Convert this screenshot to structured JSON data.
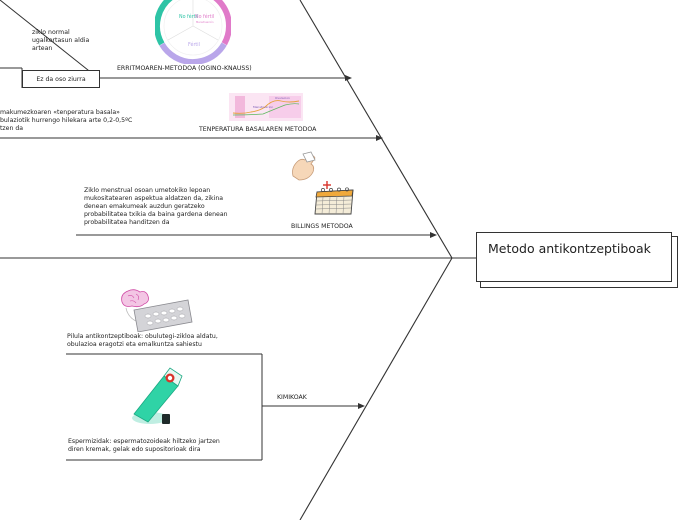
{
  "main": {
    "title": "Metodo antikontzeptiboak"
  },
  "branches": [
    {
      "label": "ERRITMOAREN-METODOA (OGINO-KNAUSS)"
    },
    {
      "label": "TENPERATURA BASALAREN METODOA"
    },
    {
      "label": "BILLINGS METODOA"
    },
    {
      "label": "KIMIKOAK"
    }
  ],
  "notes": {
    "ziklo": [
      "ziklo normal",
      "ugalkortasun aldia",
      "artean"
    ],
    "ez_da_oso_ziurra": "Ez da oso ziurra",
    "tenperatura": [
      "makumezkoaren «tenperatura basala»",
      "bulaziotik hurrengo  hilekara arte 0,2-0,5ºC",
      "tzen da"
    ],
    "billings": [
      "Ziklo menstrual osoan umetokiko lepoan",
      "mukositatearen aspektua aldatzen da, zikina",
      "denean emakumeak auzdun geratzeko",
      "probabilitatea txikia da baina gardena denean",
      "probabilitatea handitzen da"
    ],
    "pilula": [
      "Pilula antikontzeptiboak: obulutegi-zikloa aldatu,",
      "obulazioa eragotzi eta emalkuntza sahiestu"
    ],
    "espermizidak": [
      "Espermizidak: espermatozoideak hiltzeko jartzen",
      "diren kremak, gelak edo supositorioak dira"
    ]
  },
  "wheel": {
    "labels": [
      "No fértil",
      "No fértil",
      "Fértil"
    ],
    "small": "Menstruación",
    "colors": [
      "#2ec4a6",
      "#e07ac9",
      "#b9a6ea"
    ]
  },
  "chart_thumb": {
    "labels": [
      "Menstruacion",
      "Ovulacion"
    ]
  },
  "icons": [
    "cycle-wheel-icon",
    "temperature-chart-icon",
    "hand-pinch-icon",
    "calendar-icon",
    "brain-icon",
    "pill-blister-icon",
    "cream-tube-icon"
  ]
}
